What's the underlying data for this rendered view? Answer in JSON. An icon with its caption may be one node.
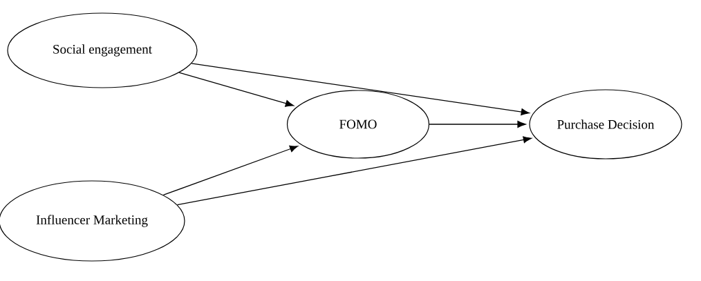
{
  "diagram": {
    "nodes": [
      {
        "text": [
          "Social engagement"
        ]
      },
      {
        "text": [
          "FOMO"
        ]
      },
      {
        "text": [
          "Purchase Decision"
        ]
      },
      {
        "text": [
          "Influencer Marketing"
        ]
      }
    ],
    "edges": [
      {
        "from": 0,
        "to": 2,
        "arrow": "to"
      },
      {
        "from": 0,
        "to": 1,
        "arrow": "to"
      },
      {
        "from": 3,
        "to": 1,
        "arrow": "to"
      },
      {
        "from": 1,
        "to": 2,
        "arrow": "to"
      },
      {
        "from": 3,
        "to": 2,
        "arrow": "to"
      }
    ]
  }
}
